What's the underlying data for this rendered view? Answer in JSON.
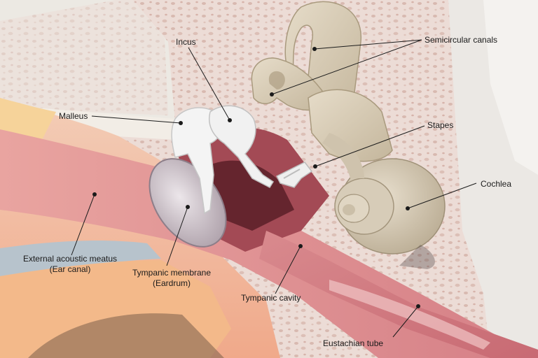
{
  "diagram": {
    "labels": {
      "incus": "Incus",
      "semicircular_canals": "Semicircular canals",
      "malleus": "Malleus",
      "stapes": "Stapes",
      "cochlea": "Cochlea",
      "external_meatus_line1": "External acoustic meatus",
      "external_meatus_line2": "(Ear canal)",
      "tympanic_membrane_line1": "Tympanic membrane",
      "tympanic_membrane_line2": "(Eardrum)",
      "tympanic_cavity": "Tympanic cavity",
      "eustachian_tube": "Eustachian tube"
    }
  }
}
